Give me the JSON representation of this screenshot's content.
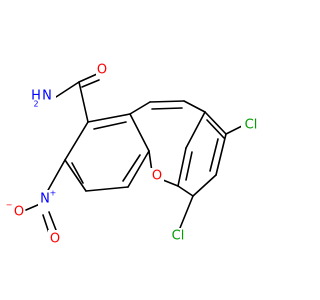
{
  "molecule": {
    "atoms": {
      "amide_N": {
        "text": "N",
        "sub": "2",
        "prefix": "H",
        "color": "#0000ff"
      },
      "amide_O": {
        "text": "O",
        "color": "#ff0000"
      },
      "ring_O": {
        "text": "O",
        "color": "#ff0000"
      },
      "nitro_N": {
        "text": "N",
        "charge": "+",
        "color": "#0000ff"
      },
      "nitro_O_minus": {
        "text": "O",
        "charge": "−",
        "color": "#ff0000"
      },
      "nitro_O": {
        "text": "O",
        "color": "#ff0000"
      },
      "Cl_upper": {
        "text": "Cl",
        "color": "#00a000"
      },
      "Cl_lower": {
        "text": "Cl",
        "color": "#00a000"
      }
    },
    "bond_color": "#000000"
  }
}
